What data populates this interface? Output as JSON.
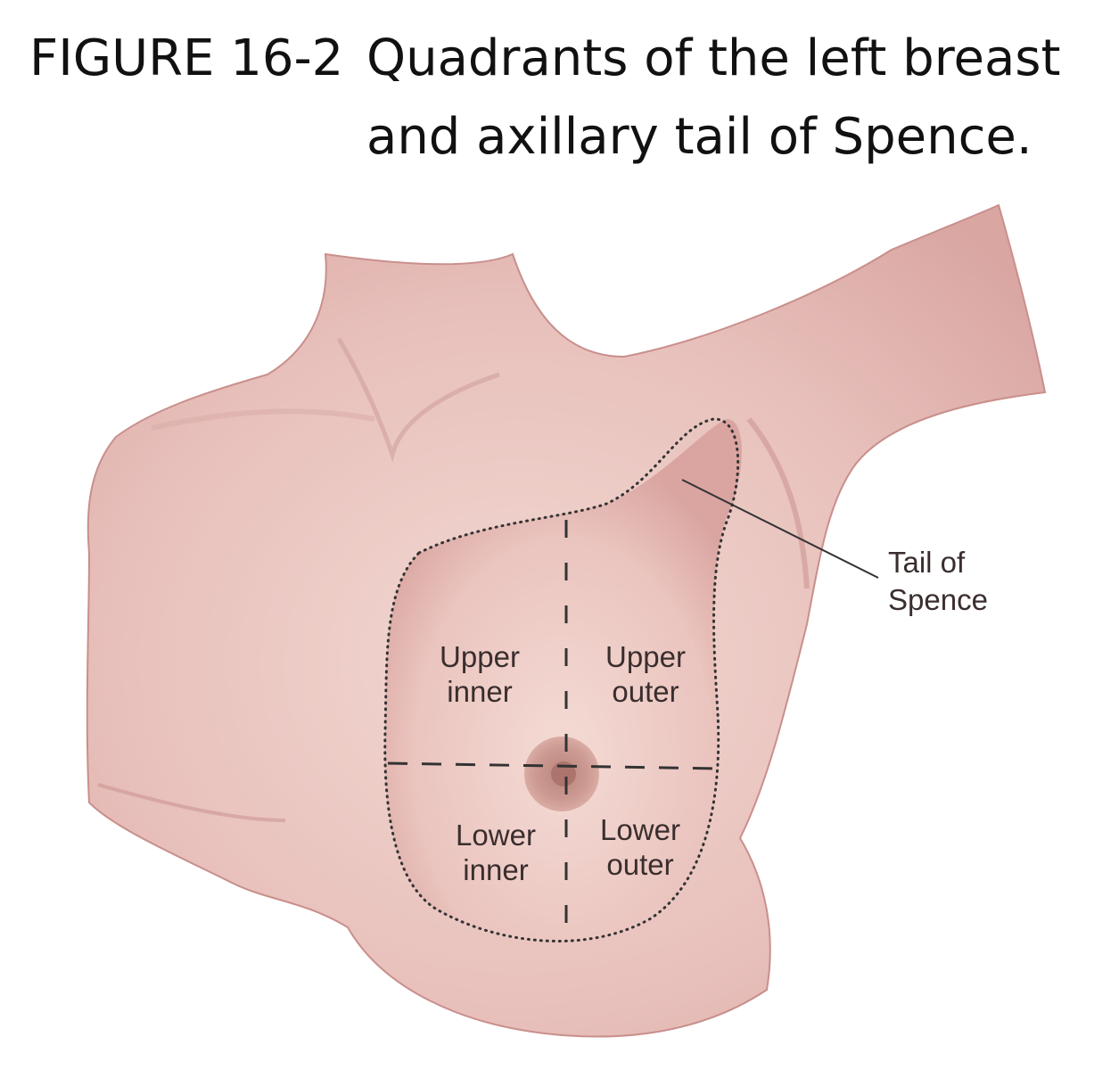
{
  "figure": {
    "number": "FIGURE 16-2",
    "title_line1": "Quadrants of the left breast",
    "title_line2": "and axillary tail of Spence."
  },
  "labels": {
    "upper_inner_1": "Upper",
    "upper_inner_2": "inner",
    "upper_outer_1": "Upper",
    "upper_outer_2": "outer",
    "lower_inner_1": "Lower",
    "lower_inner_2": "inner",
    "lower_outer_1": "Lower",
    "lower_outer_2": "outer",
    "tail_1": "Tail of",
    "tail_2": "Spence"
  },
  "colors": {
    "skin": "#ecc9c4",
    "skin_shadow": "#d39b98",
    "areola": "#c79189",
    "line": "#333333"
  }
}
